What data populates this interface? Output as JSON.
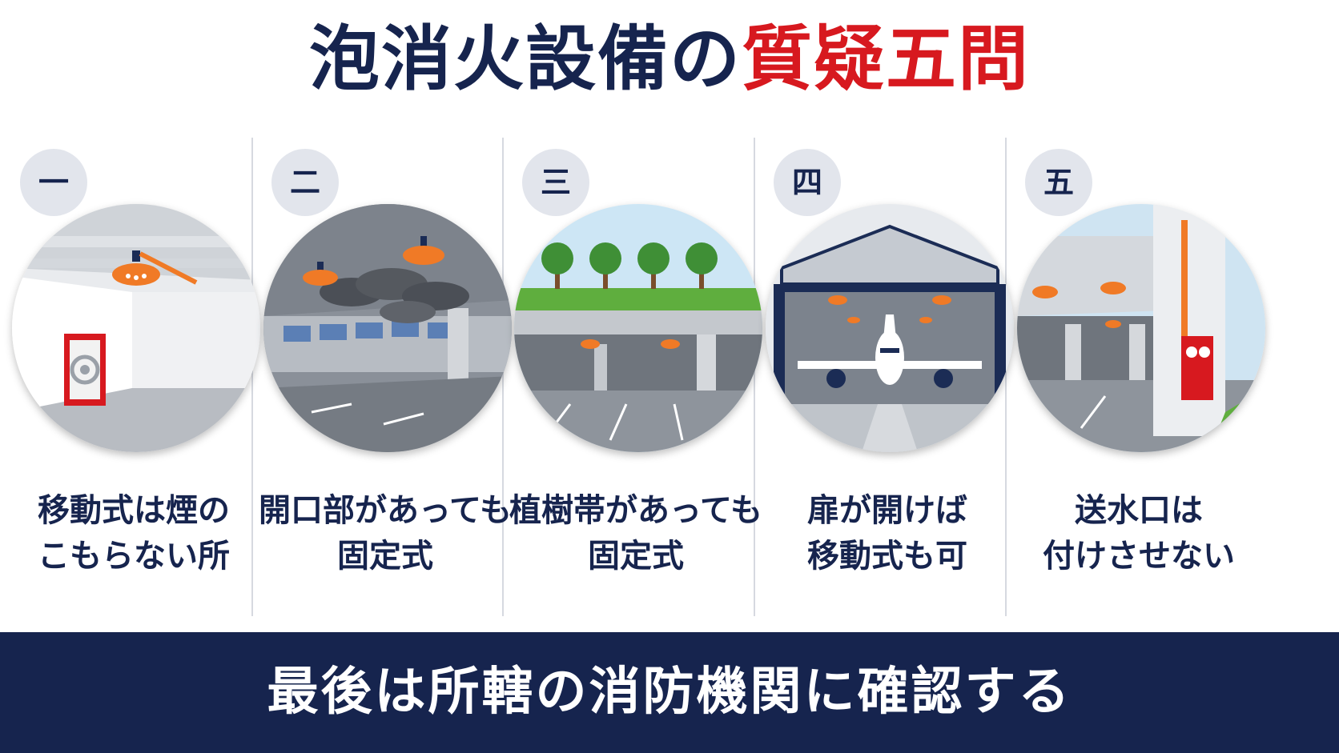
{
  "title": {
    "main": "泡消火設備の",
    "accent": "質疑五問"
  },
  "panels": [
    {
      "number": "一",
      "line1": "移動式は煙の",
      "line2": "こもらない所",
      "scene_icon": "parking-garage-hose-reel-icon"
    },
    {
      "number": "二",
      "line1": "開口部があっても",
      "line2": "固定式",
      "scene_icon": "smoky-garage-openings-icon"
    },
    {
      "number": "三",
      "line1": "植樹帯があっても",
      "line2": "固定式",
      "scene_icon": "rooftop-trees-garage-icon"
    },
    {
      "number": "四",
      "line1": "扉が開けば",
      "line2": "移動式も可",
      "scene_icon": "aircraft-hangar-icon"
    },
    {
      "number": "五",
      "line1": "送水口は",
      "line2": "付けさせない",
      "scene_icon": "garage-fire-connection-icon"
    }
  ],
  "banner": {
    "text": "最後は所轄の消防機関に確認する"
  },
  "colors": {
    "navy": "#16244e",
    "red": "#d7191f",
    "orange": "#f07a26",
    "badge_bg": "#e2e5ec"
  }
}
